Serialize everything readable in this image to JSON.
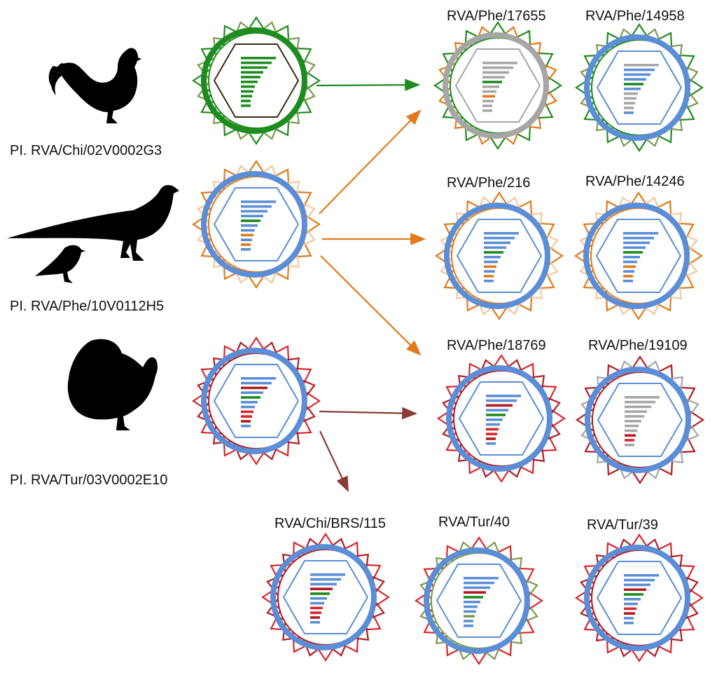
{
  "palette": {
    "chi_green": "#1e8c1e",
    "chi_olive": "#7e9a4e",
    "phe_orange": "#e07a1a",
    "phe_peach": "#f5c79a",
    "tur_red": "#d9262a",
    "tur_darkred": "#b01c22",
    "blue": "#5b8ed6",
    "gray": "#a6a6a6",
    "arrow_brown": "#8a3a34",
    "dark_brown": "#3a2a10"
  },
  "parents": [
    {
      "id": "chi",
      "label": "PI. RVA/Chi/02V0002G3",
      "animal": "chicken-silhouette"
    },
    {
      "id": "phe",
      "label": "PI. RVA/Phe/10V0112H5",
      "animal": "pheasant-silhouette"
    },
    {
      "id": "tur",
      "label": "PI. RVA/Tur/03V0002E10",
      "animal": "turkey-silhouette"
    }
  ],
  "isolates": [
    {
      "id": "p17655",
      "label": "RVA/Phe/17655",
      "outer": "chi_green",
      "mid": "phe_orange",
      "ring": "gray",
      "hex": "gray",
      "inner": "chi_green",
      "bars": [
        "gray",
        "gray",
        "gray",
        "gray",
        "chi_green",
        "gray",
        "gray",
        "phe_orange",
        "gray",
        "gray",
        "gray"
      ]
    },
    {
      "id": "p14958",
      "label": "RVA/Phe/14958",
      "outer": "chi_green",
      "mid": "chi_olive",
      "ring": "blue",
      "hex": "blue",
      "inner": "chi_green",
      "bars": [
        "gray",
        "blue",
        "blue",
        "blue",
        "chi_green",
        "blue",
        "gray",
        "gray",
        "gray",
        "gray",
        "blue"
      ]
    },
    {
      "id": "p216",
      "label": "RVA/Phe/216",
      "outer": "phe_orange",
      "mid": "phe_peach",
      "ring": "blue",
      "hex": "blue",
      "inner": "phe_orange",
      "bars": [
        "blue",
        "blue",
        "blue",
        "blue",
        "chi_green",
        "blue",
        "blue",
        "phe_orange",
        "blue",
        "phe_orange",
        "blue"
      ]
    },
    {
      "id": "p14246",
      "label": "RVA/Phe/14246",
      "outer": "phe_orange",
      "mid": "phe_peach",
      "ring": "blue",
      "hex": "blue",
      "inner": "phe_orange",
      "bars": [
        "blue",
        "blue",
        "blue",
        "blue",
        "chi_green",
        "blue",
        "blue",
        "phe_orange",
        "blue",
        "phe_orange",
        "blue"
      ]
    },
    {
      "id": "p18769",
      "label": "RVA/Phe/18769",
      "outer": "tur_red",
      "mid": "tur_darkred",
      "ring": "blue",
      "hex": "blue",
      "inner": "tur_darkred",
      "bars": [
        "blue",
        "blue",
        "tur_darkred",
        "blue",
        "chi_green",
        "blue",
        "blue",
        "tur_red",
        "tur_red",
        "tur_darkred",
        "blue"
      ]
    },
    {
      "id": "p19109",
      "label": "RVA/Phe/19109",
      "outer": "tur_darkred",
      "mid": "gray",
      "ring": "blue",
      "hex": "blue",
      "inner": "tur_darkred",
      "bars": [
        "gray",
        "gray",
        "gray",
        "gray",
        "gray",
        "gray",
        "gray",
        "gray",
        "tur_darkred",
        "tur_red",
        "gray"
      ]
    },
    {
      "id": "c115",
      "label": "RVA/Chi/BRS/115",
      "outer": "tur_red",
      "mid": "tur_darkred",
      "ring": "blue",
      "hex": "blue",
      "inner": "tur_darkred",
      "bars": [
        "blue",
        "blue",
        "blue",
        "tur_darkred",
        "chi_green",
        "blue",
        "blue",
        "tur_red",
        "tur_red",
        "tur_darkred",
        "blue"
      ]
    },
    {
      "id": "t40",
      "label": "RVA/Tur/40",
      "outer": "tur_red",
      "mid": "chi_olive",
      "ring": "blue",
      "hex": "blue",
      "inner": "chi_olive",
      "bars": [
        "blue",
        "blue",
        "blue",
        "tur_darkred",
        "chi_green",
        "blue",
        "blue",
        "blue",
        "chi_olive",
        "blue",
        "blue"
      ]
    },
    {
      "id": "t39",
      "label": "RVA/Tur/39",
      "outer": "tur_red",
      "mid": "tur_darkred",
      "ring": "blue",
      "hex": "blue",
      "inner": "tur_darkred",
      "bars": [
        "blue",
        "blue",
        "blue",
        "tur_darkred",
        "chi_green",
        "blue",
        "blue",
        "tur_red",
        "tur_darkred",
        "blue",
        "blue"
      ]
    }
  ],
  "parent_virions": [
    {
      "id": "v_chi",
      "outer": "chi_green",
      "mid": "chi_olive",
      "ring": "chi_green",
      "hex": "dark_brown",
      "inner": "chi_green",
      "bars": [
        "chi_green",
        "chi_green",
        "chi_green",
        "chi_green",
        "chi_green",
        "chi_green",
        "chi_green",
        "chi_green",
        "chi_green",
        "chi_green",
        "chi_green"
      ]
    },
    {
      "id": "v_phe",
      "outer": "phe_orange",
      "mid": "phe_peach",
      "ring": "blue",
      "hex": "blue",
      "inner": "phe_orange",
      "bars": [
        "blue",
        "blue",
        "blue",
        "blue",
        "chi_green",
        "blue",
        "blue",
        "phe_orange",
        "blue",
        "phe_orange",
        "blue"
      ]
    },
    {
      "id": "v_tur",
      "outer": "tur_red",
      "mid": "tur_darkred",
      "ring": "blue",
      "hex": "blue",
      "inner": "tur_darkred",
      "bars": [
        "blue",
        "blue",
        "tur_darkred",
        "blue",
        "chi_green",
        "blue",
        "blue",
        "tur_red",
        "tur_red",
        "tur_darkred",
        "blue"
      ]
    }
  ],
  "arrows": [
    {
      "from": "v_chi",
      "to": "p17655",
      "color": "chi_green"
    },
    {
      "from": "v_phe",
      "to": "p17655",
      "color": "phe_orange"
    },
    {
      "from": "v_phe",
      "to": "p216",
      "color": "phe_orange"
    },
    {
      "from": "v_phe",
      "to": "p18769",
      "color": "phe_orange"
    },
    {
      "from": "v_tur",
      "to": "p18769",
      "color": "arrow_brown"
    },
    {
      "from": "v_tur",
      "to": "c115",
      "color": "arrow_brown"
    }
  ]
}
